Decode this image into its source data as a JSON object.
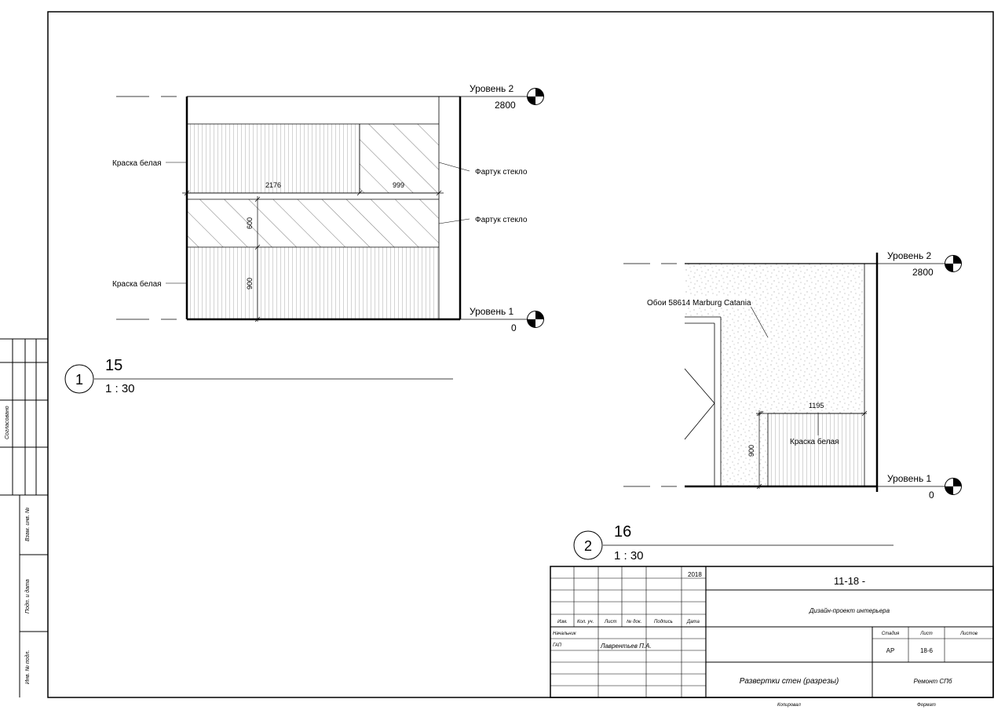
{
  "side_stamp": {
    "top_label": "Согласовано",
    "labels": [
      "Взам. инв. №",
      "Подп. и дата",
      "Инв. № подл."
    ]
  },
  "view1": {
    "number": "1",
    "sheet": "15",
    "scale": "1 : 30",
    "level_top": {
      "name": "Уровень 2",
      "value": "2800"
    },
    "level_bottom": {
      "name": "Уровень 1",
      "value": "0"
    },
    "labels": {
      "paint_top": "Краска белая",
      "paint_bottom": "Краска белая",
      "glass_top": "Фартук стекло",
      "glass_mid": "Фартук стекло"
    },
    "dims": {
      "w1": "2176",
      "w2": "999",
      "h1": "600",
      "h2": "900"
    }
  },
  "view2": {
    "number": "2",
    "sheet": "16",
    "scale": "1 : 30",
    "level_top": {
      "name": "Уровень 2",
      "value": "2800"
    },
    "level_bottom": {
      "name": "Уровень 1",
      "value": "0"
    },
    "labels": {
      "wallpaper": "Обои 58614 Marburg Catania",
      "paint": "Краска белая"
    },
    "dims": {
      "w": "1195",
      "h": "900"
    }
  },
  "title_block": {
    "year": "2018",
    "code": "11-18 -",
    "project": "Дизайн-проект интерьера",
    "col_headers": [
      "Изм.",
      "Кол. уч.",
      "Лист",
      "№ док.",
      "Подпись",
      "Дата"
    ],
    "row_labels": [
      "Начальник",
      "ГАП"
    ],
    "gap_name": "Лаврентьев П.А.",
    "stage_headers": [
      "Стадия",
      "Лист",
      "Листов"
    ],
    "stage": "АР",
    "sheet": "18-6",
    "drawing_title": "Развертки стен (разрезы)",
    "org": "Ремонт СПб",
    "bottom_left": "Копировал",
    "bottom_right": "Формат"
  }
}
